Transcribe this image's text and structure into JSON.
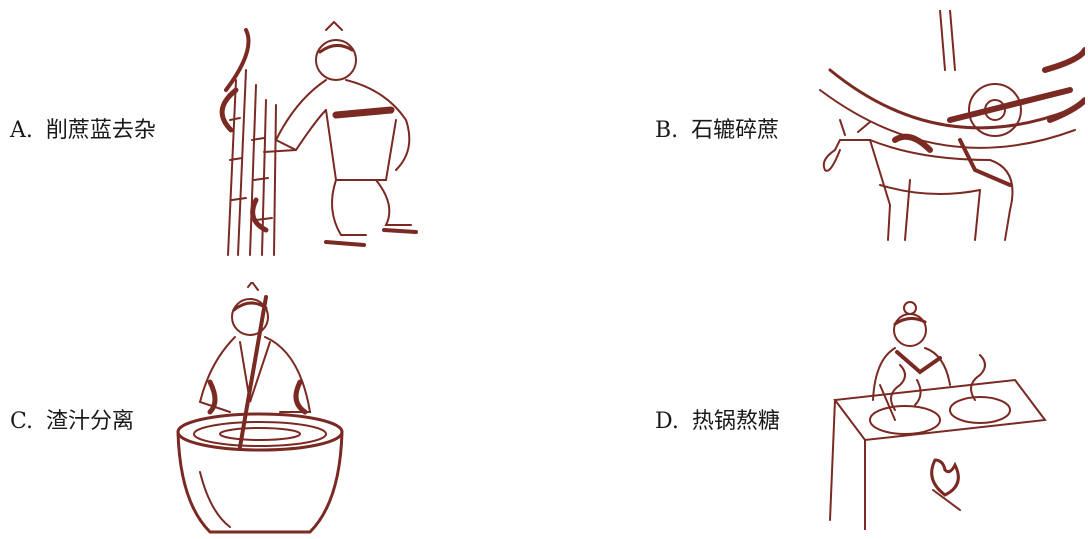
{
  "options": [
    {
      "letter": "A.",
      "text": "削蔗蓝去杂",
      "image_icon": "man-cutting-sugarcane-illustration"
    },
    {
      "letter": "B.",
      "text": "石辘碎蔗",
      "image_icon": "ox-turning-stone-roller-illustration"
    },
    {
      "letter": "C.",
      "text": "渣汁分离",
      "image_icon": "woman-stirring-vat-illustration"
    },
    {
      "letter": "D.",
      "text": "热锅熬糖",
      "image_icon": "man-boiling-sugar-stove-illustration"
    }
  ],
  "colors": {
    "ink": "#7a2a22",
    "text": "#1a1a1a"
  }
}
